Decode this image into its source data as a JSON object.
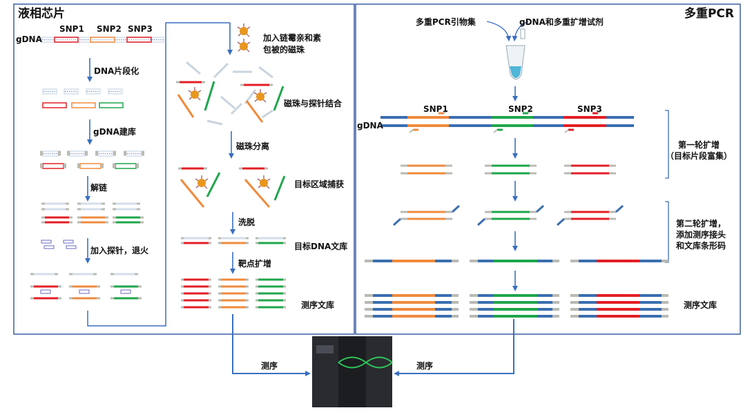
{
  "left_panel": {
    "title": "液相芯片",
    "snp_labels": [
      "SNP1",
      "SNP2",
      "SNP3"
    ],
    "gdna_label": "gDNA",
    "steps": {
      "fragmentation": "DNA片段化",
      "library_prep": "gDNA建库",
      "denature": "解链",
      "probe_anneal": "加入探针，退火",
      "add_beads_line1": "加入链霉亲和素",
      "add_beads_line2": "包被的磁珠",
      "bead_probe_binding": "磁珠与探针结合",
      "bead_separation": "磁珠分离",
      "target_capture": "目标区域捕获",
      "elution": "洗脱",
      "target_library": "目标DNA文库",
      "target_amplification": "靶点扩增",
      "sequencing_library": "测序文库"
    }
  },
  "right_panel": {
    "title": "多重PCR",
    "primer_set": "多重PCR引物集",
    "reagents": "gDNA和多重扩增试剂",
    "snp_labels": [
      "SNP1",
      "SNP2",
      "SNP3"
    ],
    "gdna_label": "gDNA",
    "round1_line1": "第一轮扩增",
    "round1_line2": "（目标片段富集）",
    "round2_line1": "第二轮扩增，",
    "round2_line2": "添加测序接头",
    "round2_line3": "和文库条形码",
    "sequencing_library": "测序文库"
  },
  "sequencing": {
    "left_label": "测序",
    "right_label": "测序"
  },
  "colors": {
    "frame": "#3b5fa0",
    "arrow": "#3a6fc0",
    "red": "#e31e24",
    "orange": "#f08a3c",
    "green": "#1ea64b",
    "strand_blue": "#3a6eb0",
    "adapter_gray": "#b9bab2",
    "light_strand": "#d3deea",
    "bead": "#e8961e"
  }
}
